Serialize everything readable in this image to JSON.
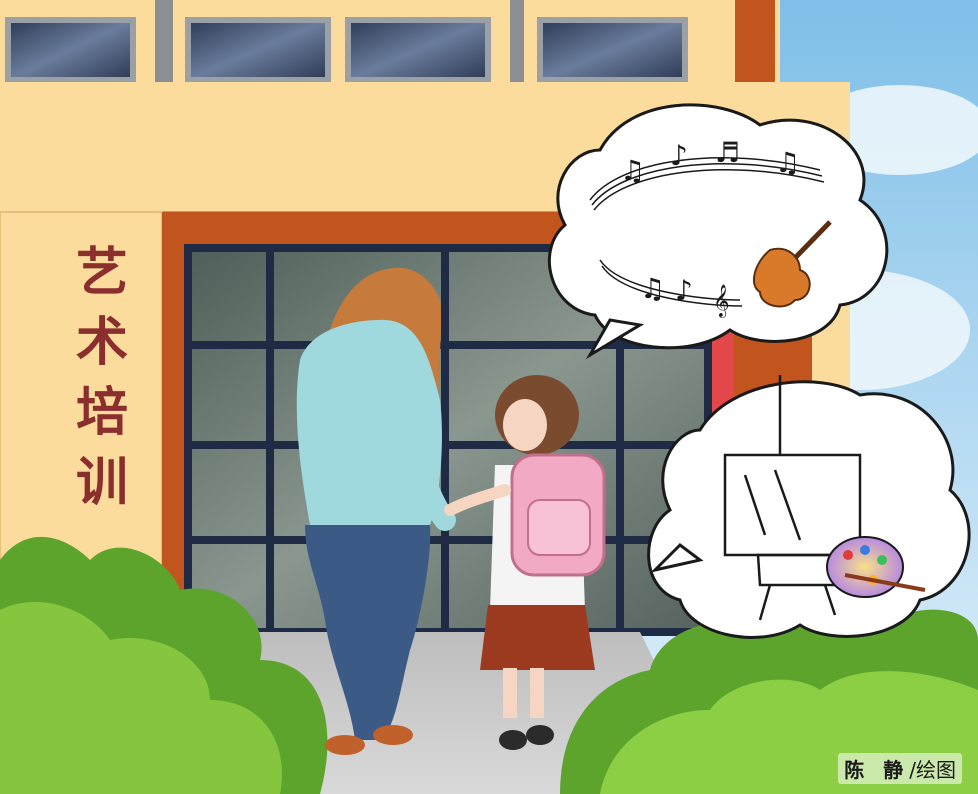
{
  "sign": {
    "chars": [
      "艺",
      "术",
      "培",
      "训"
    ]
  },
  "credit": {
    "name": "陈 静",
    "suffix": "/绘图"
  },
  "thought_bubbles": [
    {
      "content": "music-notes-and-violin"
    },
    {
      "content": "easel-and-palette"
    }
  ],
  "colors": {
    "wall": "#fbdc9c",
    "door_frame": "#c2551e",
    "sign_text": "#8a2e2e",
    "sky": "#9fd0f0",
    "hedge": "#7cc13a",
    "backpack": "#f2a9c3",
    "mother_top": "#9fd8dd",
    "girl_skirt": "#9b3a1e"
  }
}
